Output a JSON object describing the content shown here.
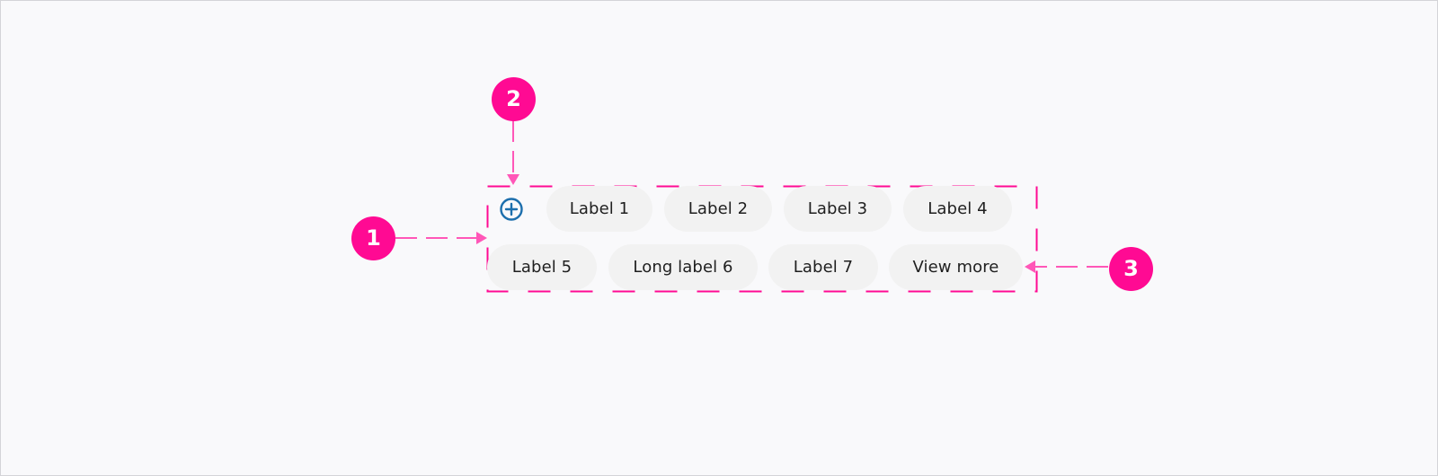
{
  "colors": {
    "callout": "#ff0a93",
    "guide_line": "#ff57b8",
    "tag_background": "#f2f2f2",
    "tag_text": "#1f1f1f",
    "add_icon": "#1d6fad",
    "canvas_background": "#f9f9fb"
  },
  "icons": {
    "add": "plus-circle-icon",
    "arrow": "arrowhead-icon"
  },
  "add_icon_glyph": "+",
  "tags": [
    "Label 1",
    "Label 2",
    "Label 3",
    "Label 4",
    "Label 5",
    "Long label 6",
    "Label 7"
  ],
  "view_more": "View more",
  "callouts": [
    "1",
    "2",
    "3"
  ]
}
